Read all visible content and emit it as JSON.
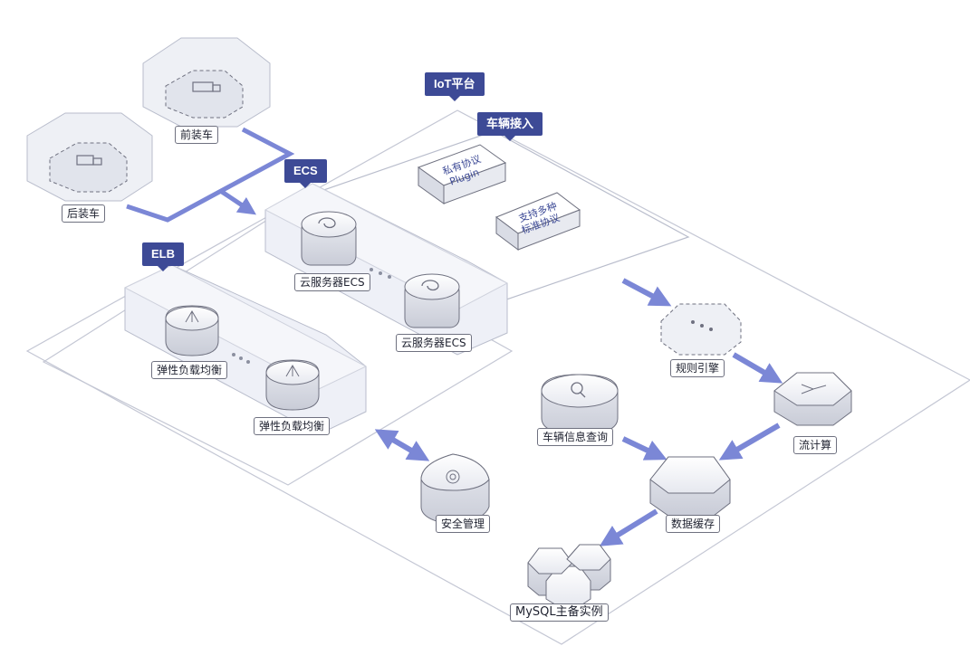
{
  "tags": {
    "iot_platform": "IoT平台",
    "vehicle_access": "车辆接入",
    "ecs": "ECS",
    "elb": "ELB"
  },
  "vehicles": {
    "front": "前装车",
    "rear": "后装车"
  },
  "protocols": {
    "private_line1": "私有协议",
    "private_line2": "Plugin",
    "standard_line1": "支持多种",
    "standard_line2": "标准协议"
  },
  "nodes": {
    "ecs_1": "云服务器ECS",
    "ecs_2": "云服务器ECS",
    "elb_1": "弹性负载均衡",
    "elb_2": "弹性负载均衡",
    "rule_engine": "规则引擎",
    "stream_compute": "流计算",
    "vehicle_query": "车辆信息查询",
    "data_cache": "数据缓存",
    "security": "安全管理",
    "mysql": "MySQL主备实例"
  },
  "colors": {
    "tag_bg": "#3d4a96",
    "arrow": "#7b87d6",
    "outline": "#b9bdcc"
  }
}
